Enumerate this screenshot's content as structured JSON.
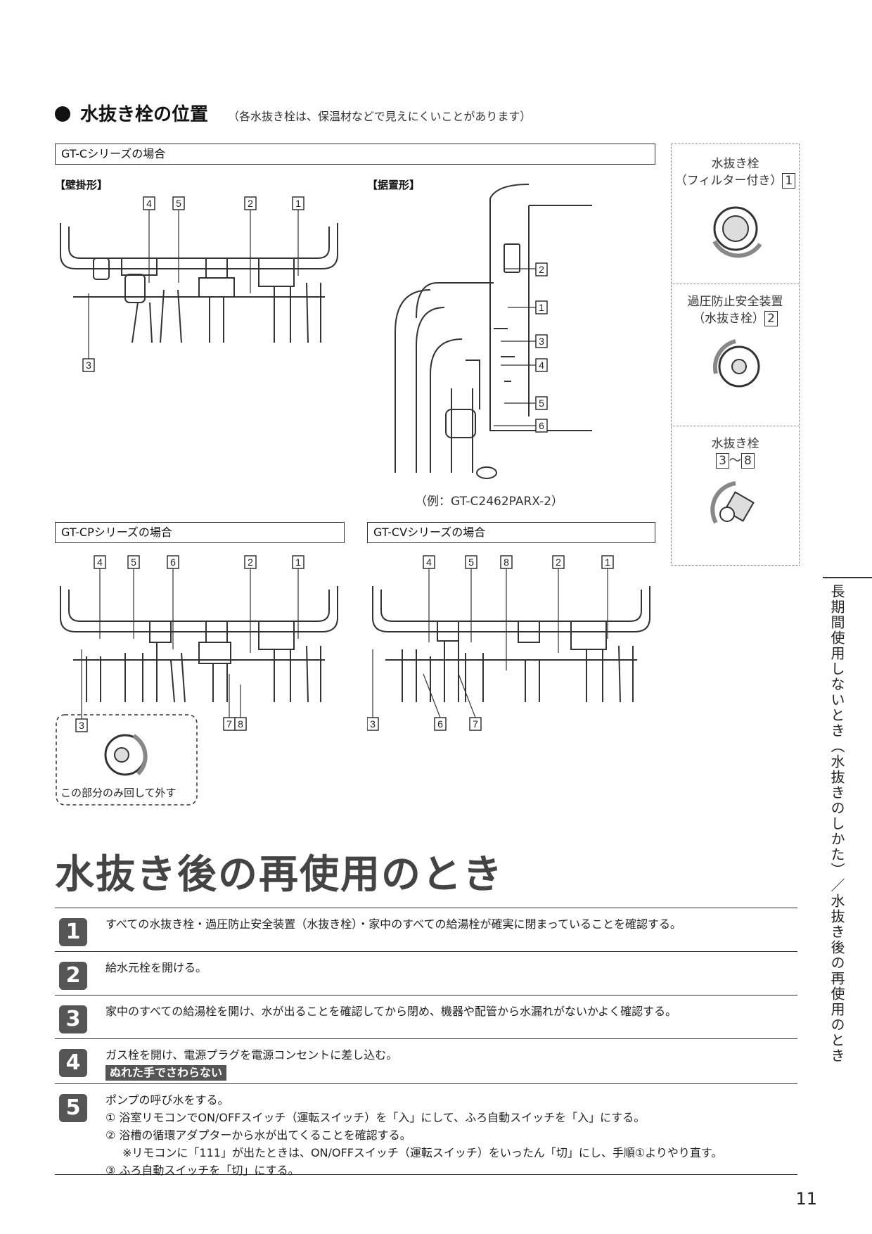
{
  "section": {
    "title": "水抜き栓の位置",
    "note": "（各水抜き栓は、保温材などで見えにくいことがあります）"
  },
  "gt_c": {
    "label": "GT-Cシリーズの場合",
    "wall_label": "【壁掛形】",
    "floor_label": "【据置形】",
    "wall_callouts": [
      "4",
      "5",
      "2",
      "1",
      "3"
    ],
    "floor_callouts": [
      "2",
      "1",
      "3",
      "4",
      "5",
      "6"
    ],
    "example": "（例：GT-C2462PARX-2）"
  },
  "gt_cp": {
    "label": "GT-CPシリーズの場合",
    "callouts": [
      "4",
      "5",
      "6",
      "2",
      "1",
      "3",
      "7",
      "8"
    ],
    "detail_note": "この部分のみ回して外す"
  },
  "gt_cv": {
    "label": "GT-CVシリーズの場合",
    "callouts": [
      "4",
      "5",
      "8",
      "2",
      "1",
      "3",
      "6",
      "7"
    ]
  },
  "callout_panel": {
    "p1_line1": "水抜き栓",
    "p1_line2": "（フィルター付き）",
    "p1_num": "1",
    "p2_line1": "過圧防止安全装置",
    "p2_line2": "（水抜き栓）",
    "p2_num": "2",
    "p3_line1": "水抜き栓",
    "p3_num_a": "3",
    "p3_sep": "〜",
    "p3_num_b": "8"
  },
  "sidebar": {
    "text": "長期間使用しないとき（水抜きのしかた）／水抜き後の再使用のとき"
  },
  "reuse": {
    "title": "水抜き後の再使用のとき",
    "steps": [
      {
        "num": "1",
        "text": "すべての水抜き栓・過圧防止安全装置（水抜き栓）・家中のすべての給湯栓が確実に閉まっていることを確認する。"
      },
      {
        "num": "2",
        "text": "給水元栓を開ける。"
      },
      {
        "num": "3",
        "text": "家中のすべての給湯栓を開け、水が出ることを確認してから閉め、機器や配管から水漏れがないかよく確認する。"
      },
      {
        "num": "4",
        "text": "ガス栓を開け、電源プラグを電源コンセントに差し込む。",
        "warning": "ぬれた手でさわらない"
      },
      {
        "num": "5",
        "text": "ポンプの呼び水をする。",
        "sub1": "① 浴室リモコンでON/OFFスイッチ（運転スイッチ）を「入」にして、ふろ自動スイッチを「入」にする。",
        "sub2": "② 浴槽の循環アダプターから水が出てくることを確認する。",
        "sub2_note": "※リモコンに「111」が出たときは、ON/OFFスイッチ（運転スイッチ）をいったん「切」にし、手順①よりやり直す。",
        "sub3": "③ ふろ自動スイッチを「切」にする。"
      }
    ]
  },
  "page_number": "11"
}
